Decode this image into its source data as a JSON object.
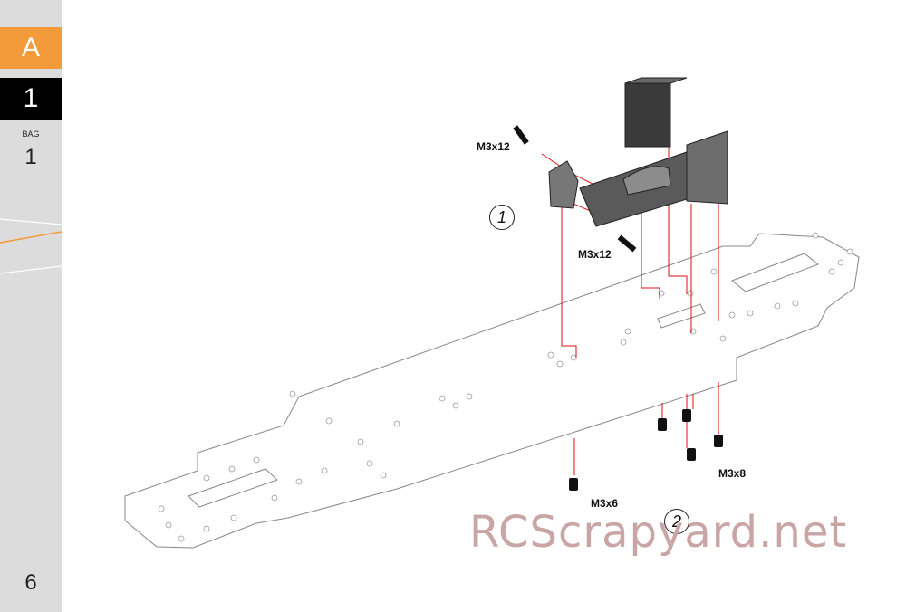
{
  "sidebar": {
    "section": "A",
    "step": "1",
    "bag_label": "BAG",
    "bag_number": "1",
    "page_number": "6",
    "accent_color": "#f39a3a"
  },
  "callouts": {
    "step_one": "1",
    "step_two": "2"
  },
  "parts": {
    "screw_top": "M3x12",
    "screw_bottom": "M3x12",
    "screw_front": "M3x6",
    "screw_rear": "M3x8"
  },
  "watermark": "RCScrapyard.net"
}
